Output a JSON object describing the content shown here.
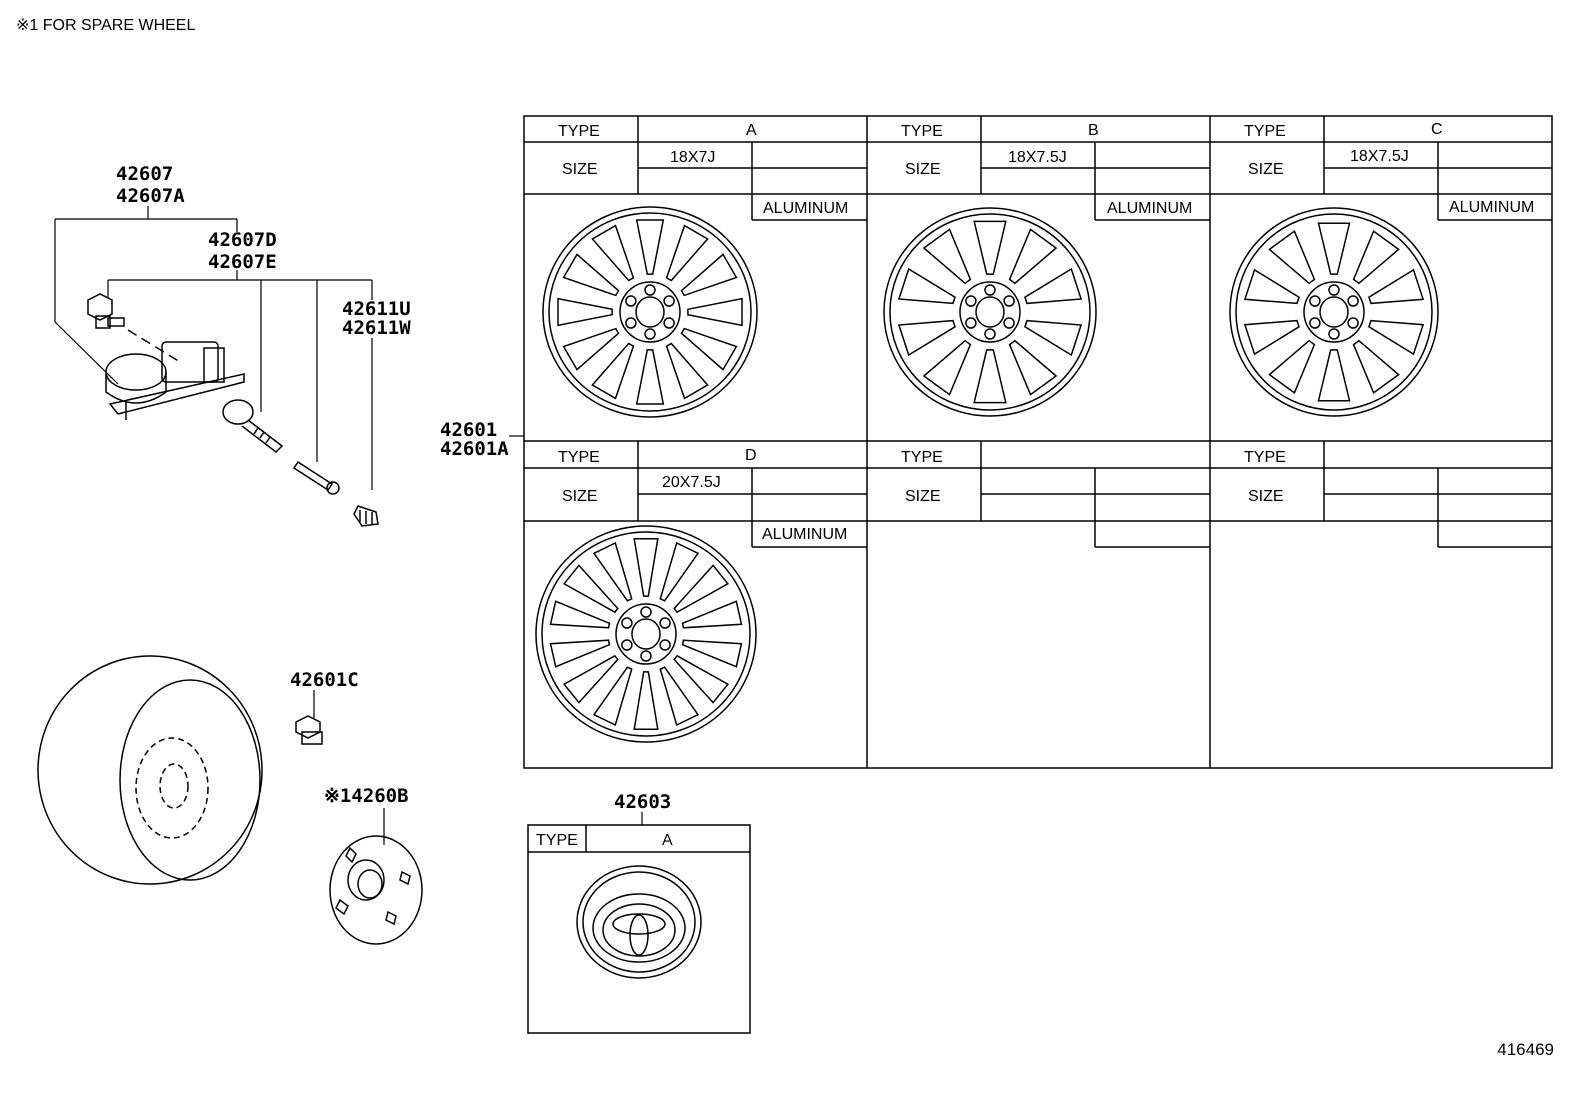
{
  "note": "※1 FOR SPARE WHEEL",
  "document_id": "416469",
  "part_numbers": {
    "sensor_assembly": [
      "42607",
      "42607A"
    ],
    "valve": [
      "42607D",
      "42607E"
    ],
    "cap": [
      "42611U",
      "42611W"
    ],
    "wheel": [
      "42601",
      "42601A"
    ],
    "hub_nut": "42601C",
    "spare_cap": "※14260B",
    "ornament": "42603"
  },
  "wheel_table": {
    "type_label": "TYPE",
    "size_label": "SIZE",
    "cells": [
      {
        "type": "A",
        "size": "18X7J",
        "material": "ALUMINUM"
      },
      {
        "type": "B",
        "size": "18X7.5J",
        "material": "ALUMINUM"
      },
      {
        "type": "C",
        "size": "18X7.5J",
        "material": "ALUMINUM"
      },
      {
        "type": "D",
        "size": "20X7.5J",
        "material": "ALUMINUM"
      },
      {
        "type": "",
        "size": "",
        "material": ""
      },
      {
        "type": "",
        "size": "",
        "material": ""
      }
    ]
  },
  "ornament_table": {
    "type_label": "TYPE",
    "type": "A"
  }
}
